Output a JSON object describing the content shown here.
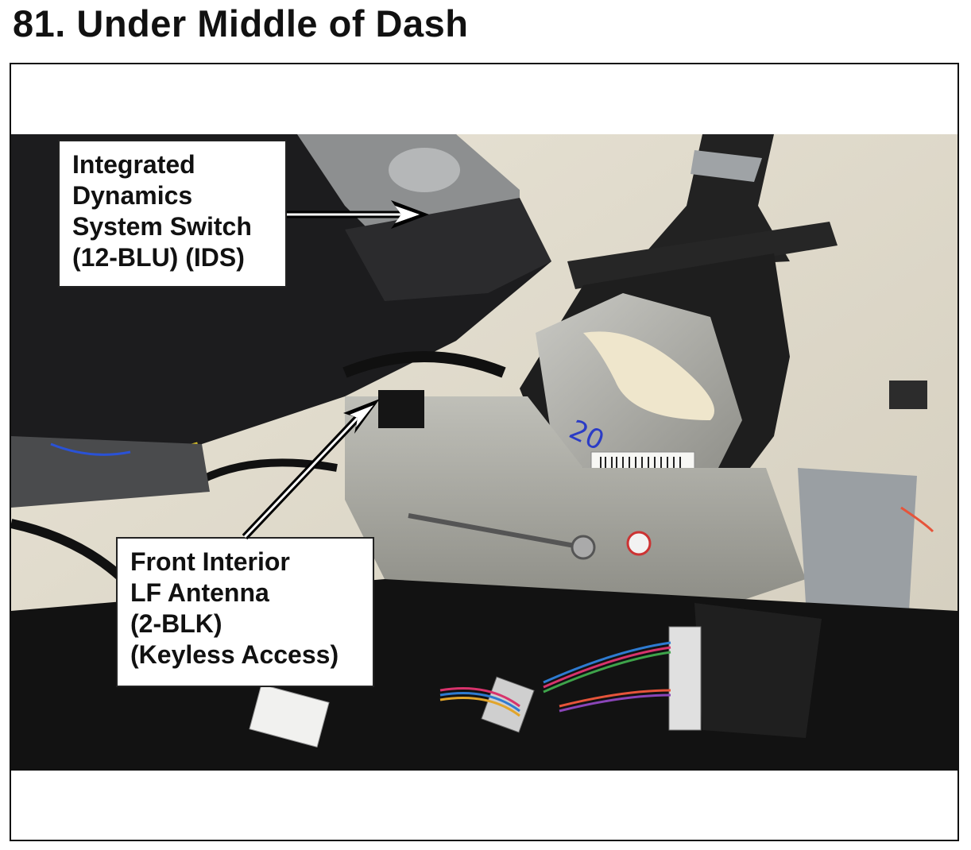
{
  "page": {
    "title": "81.  Under Middle of Dash"
  },
  "photo": {
    "subject": "under-dash-center-console",
    "handwritten_mark": "20"
  },
  "callouts": {
    "ids": {
      "lines": [
        "Integrated",
        "Dynamics",
        "System Switch",
        "(12-BLU) (IDS)"
      ]
    },
    "lf_antenna": {
      "lines": [
        "Front Interior",
        "LF Antenna",
        "(2-BLK)",
        "(Keyless Access)"
      ]
    }
  },
  "colors": {
    "callout_border": "#222222",
    "arrow": "#000000",
    "text": "#111111"
  }
}
